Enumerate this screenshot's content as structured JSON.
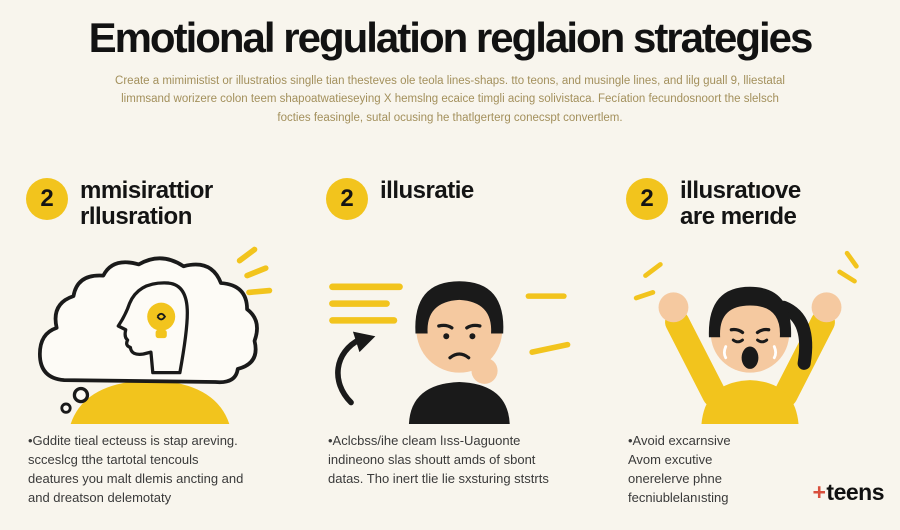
{
  "title": "Emotional regulation reglaion strategies",
  "subtitle": {
    "line1": "Create a mimimistist or illustratios singlle tian thesteves ole teola lines-shaps. tto teons, and musingle lines, and lilg guall 9, lliestatal",
    "line2": "limmsand worizere colon teem shapoatwatieseying X hemslng ecaice timgli acing solivistaca. Fecíation fecundosnoort the slelsch",
    "line3": "focties feasingle, sutal ocusing he thatlgerterg conecspt convertlem."
  },
  "columns": [
    {
      "badge": "2",
      "heading": "mmisirattior\nrllusration",
      "illustration_icon": "thought-cloud-head-lightbulb-icon",
      "bullet": "•Gddite tieal ecteuss is stap areving.\nscceslcg tthe tartotal tencouls\ndeatures you malt dlemis ancting and\nand dreatson delemotaty"
    },
    {
      "badge": "2",
      "heading": "illusratie",
      "illustration_icon": "worried-teen-thinking-icon",
      "bullet": "•Aclcbss/ihe cleam lıss-Uaguonte\nindineono slas shoutt amds of sbont\ndatas. Tho inert tlie lie sxsturing ststrts"
    },
    {
      "badge": "2",
      "heading": "illusratıove\nare merıde",
      "illustration_icon": "frustrated-teen-raised-fists-icon",
      "bullet": "•Avoid excarnsive\nAvom excutive\nonerelerve phne\nfecniublelanısting"
    }
  ],
  "footer": {
    "plus": "+",
    "brand": "teens"
  },
  "colors": {
    "accent": "#F2C41D",
    "background": "#F8F5ED",
    "heading_text": "#141414",
    "subtitle_text": "#A3905C",
    "body_text": "#3A3A3A",
    "plus_sign": "#D94F3D",
    "skin": "#F5C9A0"
  }
}
